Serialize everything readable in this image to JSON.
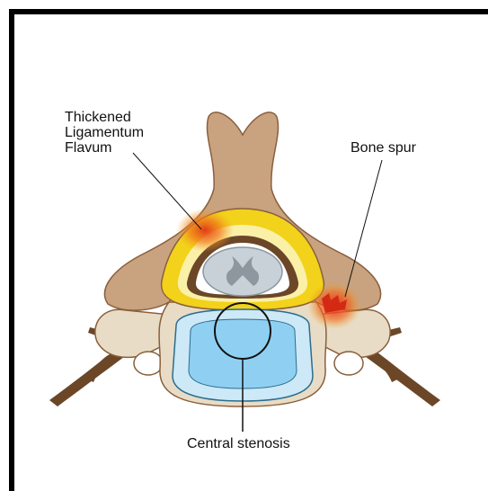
{
  "labels": {
    "ligamentum_line1": "Thickened",
    "ligamentum_line2": "Ligamentum",
    "ligamentum_line3": "Flavum",
    "bone_spur": "Bone spur",
    "central_stenosis": "Central stenosis"
  },
  "colors": {
    "bone": "#c9a27f",
    "bone_dark": "#8a5f3c",
    "nerve": "#6b4728",
    "ligament": "#f2d21a",
    "ligament_inner": "#fbf0a8",
    "disc_outer": "#cde8f6",
    "disc_inner": "#8fd0f2",
    "cord": "#c8d1d8",
    "cord_gray": "#8d979f",
    "highlight": "#e8401c"
  }
}
